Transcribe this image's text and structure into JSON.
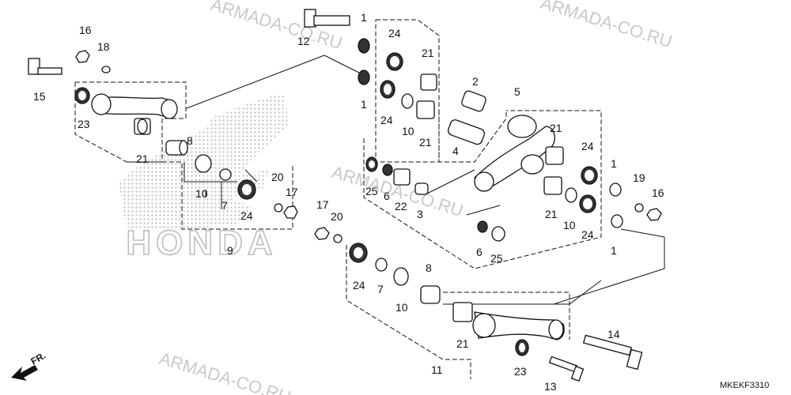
{
  "diagram": {
    "code": "MKEKF3310",
    "watermark_text": "ARMADA-CO.RU",
    "brand_wordmark": "HONDA",
    "front_label": "FR.",
    "colors": {
      "ink": "#111111",
      "fill": "#ffffff",
      "watermark": "#c9c9c9",
      "dots": "#b5b5b5"
    }
  },
  "callouts": [
    {
      "id": "c1",
      "text": "1"
    },
    {
      "id": "c2",
      "text": "1"
    },
    {
      "id": "c3",
      "text": "1"
    },
    {
      "id": "c4",
      "text": "1"
    },
    {
      "id": "c5",
      "text": "2"
    },
    {
      "id": "c6",
      "text": "3"
    },
    {
      "id": "c7",
      "text": "4"
    },
    {
      "id": "c8",
      "text": "5"
    },
    {
      "id": "c9",
      "text": "6"
    },
    {
      "id": "c10",
      "text": "6"
    },
    {
      "id": "c11",
      "text": "7"
    },
    {
      "id": "c12",
      "text": "7"
    },
    {
      "id": "c13",
      "text": "8"
    },
    {
      "id": "c14",
      "text": "8"
    },
    {
      "id": "c15",
      "text": "9"
    },
    {
      "id": "c16",
      "text": "10"
    },
    {
      "id": "c17",
      "text": "10"
    },
    {
      "id": "c18",
      "text": "10"
    },
    {
      "id": "c19",
      "text": "10"
    },
    {
      "id": "c20",
      "text": "11"
    },
    {
      "id": "c21",
      "text": "12"
    },
    {
      "id": "c22",
      "text": "13"
    },
    {
      "id": "c23",
      "text": "14"
    },
    {
      "id": "c24",
      "text": "15"
    },
    {
      "id": "c25",
      "text": "16"
    },
    {
      "id": "c26",
      "text": "16"
    },
    {
      "id": "c27",
      "text": "17"
    },
    {
      "id": "c28",
      "text": "17"
    },
    {
      "id": "c29",
      "text": "18"
    },
    {
      "id": "c30",
      "text": "19"
    },
    {
      "id": "c31",
      "text": "20"
    },
    {
      "id": "c32",
      "text": "20"
    },
    {
      "id": "c33",
      "text": "21"
    },
    {
      "id": "c34",
      "text": "21"
    },
    {
      "id": "c35",
      "text": "21"
    },
    {
      "id": "c36",
      "text": "21"
    },
    {
      "id": "c37",
      "text": "21"
    },
    {
      "id": "c38",
      "text": "21"
    },
    {
      "id": "c39",
      "text": "22"
    },
    {
      "id": "c40",
      "text": "23"
    },
    {
      "id": "c41",
      "text": "23"
    },
    {
      "id": "c42",
      "text": "24"
    },
    {
      "id": "c43",
      "text": "24"
    },
    {
      "id": "c44",
      "text": "24"
    },
    {
      "id": "c45",
      "text": "24"
    },
    {
      "id": "c46",
      "text": "24"
    },
    {
      "id": "c47",
      "text": "24"
    },
    {
      "id": "c48",
      "text": "25"
    },
    {
      "id": "c49",
      "text": "25"
    }
  ]
}
